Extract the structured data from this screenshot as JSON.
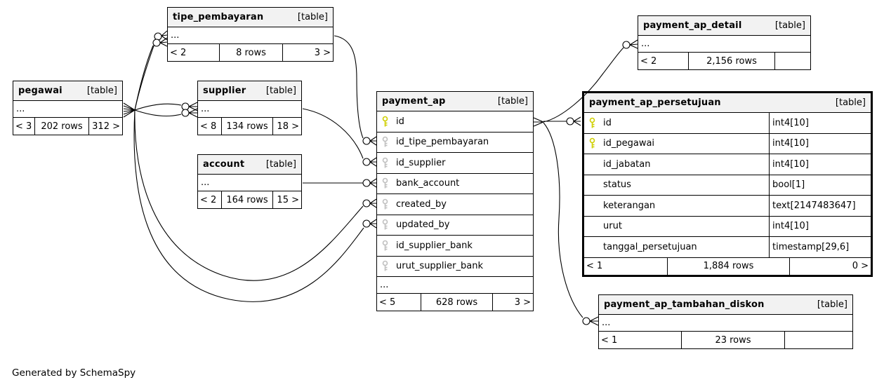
{
  "footer_note": "Generated by SchemaSpy",
  "colors": {
    "primary_key": "#cfcf00",
    "foreign_key": "#c0c0c0",
    "header_bg": "#f2f2f2",
    "border": "#000000"
  },
  "tables": {
    "tipe_pembayaran": {
      "name": "tipe_pembayaran",
      "tag": "[table]",
      "more": "...",
      "footer": {
        "left": "< 2",
        "center": "8 rows",
        "right": "3 >"
      }
    },
    "pegawai": {
      "name": "pegawai",
      "tag": "[table]",
      "more": "...",
      "footer": {
        "left": "< 3",
        "center": "202 rows",
        "right": "312 >"
      }
    },
    "supplier": {
      "name": "supplier",
      "tag": "[table]",
      "more": "...",
      "footer": {
        "left": "< 8",
        "center": "134 rows",
        "right": "18 >"
      }
    },
    "account": {
      "name": "account",
      "tag": "[table]",
      "more": "...",
      "footer": {
        "left": "< 2",
        "center": "164 rows",
        "right": "15 >"
      }
    },
    "payment_ap": {
      "name": "payment_ap",
      "tag": "[table]",
      "more": "...",
      "columns": [
        {
          "label": "id",
          "key": "primary"
        },
        {
          "label": "id_tipe_pembayaran",
          "key": "foreign"
        },
        {
          "label": "id_supplier",
          "key": "foreign"
        },
        {
          "label": "bank_account",
          "key": "foreign"
        },
        {
          "label": "created_by",
          "key": "foreign"
        },
        {
          "label": "updated_by",
          "key": "foreign"
        },
        {
          "label": "id_supplier_bank",
          "key": "foreign"
        },
        {
          "label": "urut_supplier_bank",
          "key": "foreign"
        }
      ],
      "footer": {
        "left": "< 5",
        "center": "628 rows",
        "right": "3 >"
      }
    },
    "payment_ap_detail": {
      "name": "payment_ap_detail",
      "tag": "[table]",
      "more": "...",
      "footer": {
        "left": "< 2",
        "center": "2,156 rows",
        "right": ""
      }
    },
    "payment_ap_persetujuan": {
      "name": "payment_ap_persetujuan",
      "tag": "[table]",
      "columns": [
        {
          "label": "id",
          "type": "int4[10]",
          "key": "primary"
        },
        {
          "label": "id_pegawai",
          "type": "int4[10]",
          "key": "primary"
        },
        {
          "label": "id_jabatan",
          "type": "int4[10]",
          "key": "none"
        },
        {
          "label": "status",
          "type": "bool[1]",
          "key": "none"
        },
        {
          "label": "keterangan",
          "type": "text[2147483647]",
          "key": "none"
        },
        {
          "label": "urut",
          "type": "int4[10]",
          "key": "none"
        },
        {
          "label": "tanggal_persetujuan",
          "type": "timestamp[29,6]",
          "key": "none"
        }
      ],
      "footer": {
        "left": "< 1",
        "center": "1,884 rows",
        "right": "0 >"
      }
    },
    "payment_ap_tambahan_diskon": {
      "name": "payment_ap_tambahan_diskon",
      "tag": "[table]",
      "more": "...",
      "footer": {
        "left": "< 1",
        "center": "23 rows",
        "right": ""
      }
    }
  }
}
